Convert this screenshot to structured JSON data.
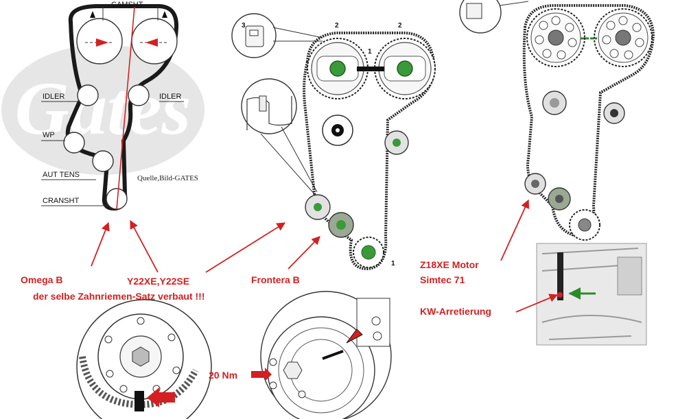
{
  "colors": {
    "annotation": "#d42020",
    "belt": "#1a1a1a",
    "hub": "#3a9a3a",
    "green_arrow": "#2a8a2a",
    "logo": "#d9d9d9"
  },
  "logo": {
    "text": "Gates"
  },
  "belt_diagram": {
    "labels": {
      "camshaft": "CAMSHT",
      "idler_left": "IDLER",
      "idler_right": "IDLER",
      "water_pump": "WP",
      "auto_tensioner": "AUT TENS",
      "crankshaft": "CRANSHT"
    },
    "source": "Quelle,Bild-GATES"
  },
  "frontera_diagram": {
    "markers": {
      "inset": "3",
      "cam_left": "2",
      "cam_right": "2",
      "cam_mid": "1",
      "crank": "1"
    }
  },
  "annotations": {
    "omega": "Omega B",
    "engine_codes": "Y22XE,Y22SE",
    "same_kit": "der selbe Zahnriemen-Satz  verbaut !!!",
    "frontera": "Frontera B",
    "z18_line1": "Z18XE Motor",
    "z18_line2": "Simtec 71",
    "crank_lock": "KW-Arretierung",
    "torque": "20 Nm"
  }
}
